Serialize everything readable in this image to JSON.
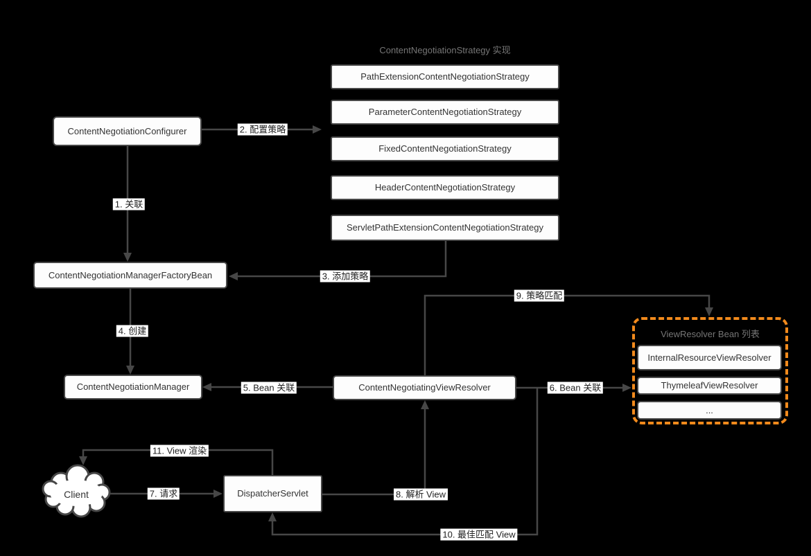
{
  "colors": {
    "background": "#000000",
    "line": "#474747",
    "box_fill": "#fdfdfd",
    "box_border": "#474747",
    "accent_orange": "#F28A1C",
    "group_title_text": "#767676",
    "label_background": "#ffffff"
  },
  "strategy_group": {
    "title": "ContentNegotiationStrategy 实现",
    "items": [
      "PathExtensionContentNegotiationStrategy",
      "ParameterContentNegotiationStrategy",
      "FixedContentNegotiationStrategy",
      "HeaderContentNegotiationStrategy",
      "ServletPathExtensionContentNegotiationStrategy"
    ]
  },
  "resolver_group": {
    "title": "ViewResolver Bean 列表",
    "items": [
      "InternalResourceViewResolver",
      "ThymeleafViewResolver",
      "..."
    ]
  },
  "nodes": {
    "configurer": "ContentNegotiationConfigurer",
    "factory_bean": "ContentNegotiationManagerFactoryBean",
    "manager": "ContentNegotiationManager",
    "view_resolver": "ContentNegotiatingViewResolver",
    "dispatcher_servlet": "DispatcherServlet",
    "client": "Client"
  },
  "edge_labels": {
    "e1": "1. 关联",
    "e2": "2. 配置策略",
    "e3": "3. 添加策略",
    "e4": "4. 创建",
    "e5": "5. Bean 关联",
    "e6": "6. Bean 关联",
    "e7": "7. 请求",
    "e8": "8. 解析 View",
    "e9": "9. 策略匹配",
    "e10": "10. 最佳匹配 View",
    "e11": "11. View 渲染"
  }
}
